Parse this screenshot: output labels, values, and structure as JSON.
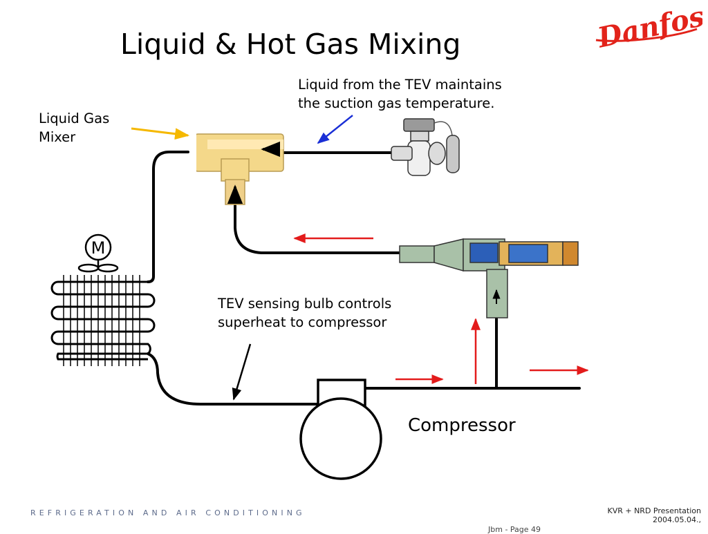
{
  "slide": {
    "title": "Liquid & Hot Gas Mixing",
    "logo_text": "Danfoss",
    "brand_color": "#e2231a"
  },
  "labels": {
    "liquid_gas_mixer": [
      "Liquid Gas",
      "Mixer"
    ],
    "tev_liquid": [
      "Liquid from the TEV maintains",
      "the suction gas temperature."
    ],
    "tev_bulb": [
      "TEV sensing bulb controls",
      "superheat to compressor"
    ],
    "compressor": "Compressor",
    "fan_motor_symbol": "M"
  },
  "footer": {
    "left": "REFRIGERATION AND AIR CONDITIONING",
    "right_line1": "KVR + NRD Presentation",
    "right_line2": "2004.05.04.,",
    "page": "Jbm - Page 49"
  },
  "colors": {
    "flow_arrow": "#e31b1b",
    "liquid_pointer": "#1a2fd6",
    "mixer_pointer": "#f5b800",
    "pipe": "#000000",
    "mixer_body": "#f4d88a",
    "valve_body": "#a9c1a8"
  }
}
